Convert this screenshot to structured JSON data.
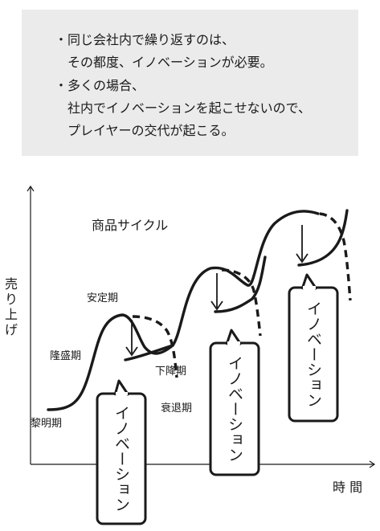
{
  "notes": [
    {
      "bullet": "・",
      "lines": [
        "同じ会社内で繰り返すのは、",
        "その都度、イノベーションが必要。"
      ]
    },
    {
      "bullet": "・",
      "lines": [
        "多くの場合、",
        "社内でイノベーションを起こせないので、",
        "プレイヤーの交代が起こる。"
      ]
    }
  ],
  "diagram": {
    "y_axis_label": "売り上げ",
    "x_axis_label": "時 間",
    "title": "商品サイクル",
    "stages": {
      "dawn": "黎明期",
      "growth": "隆盛期",
      "stable": "安定期",
      "decline": "下降期",
      "recession": "衰退期"
    },
    "callouts": [
      "イノベーション",
      "イノベーション",
      "イノベーション"
    ]
  }
}
